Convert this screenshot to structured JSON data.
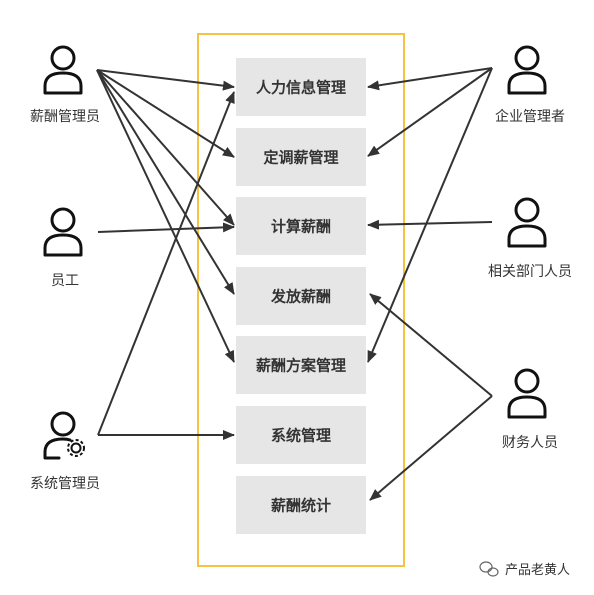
{
  "colors": {
    "boundary": "#F5C242",
    "use_case_fill": "#E6E6E6",
    "line": "#333333",
    "text": "#333333"
  },
  "use_cases": [
    {
      "id": "uc1",
      "label": "人力信息管理"
    },
    {
      "id": "uc2",
      "label": "定调薪管理"
    },
    {
      "id": "uc3",
      "label": "计算薪酬"
    },
    {
      "id": "uc4",
      "label": "发放薪酬"
    },
    {
      "id": "uc5",
      "label": "薪酬方案管理"
    },
    {
      "id": "uc6",
      "label": "系统管理"
    },
    {
      "id": "uc7",
      "label": "薪酬统计"
    }
  ],
  "actors": [
    {
      "id": "a1",
      "label": "薪酬管理员",
      "icon": "person-icon"
    },
    {
      "id": "a2",
      "label": "员工",
      "icon": "person-icon"
    },
    {
      "id": "a3",
      "label": "系统管理员",
      "icon": "person-gear-icon"
    },
    {
      "id": "a4",
      "label": "企业管理者",
      "icon": "person-icon"
    },
    {
      "id": "a5",
      "label": "相关部门人员",
      "icon": "person-icon"
    },
    {
      "id": "a6",
      "label": "财务人员",
      "icon": "person-icon"
    }
  ],
  "associations": [
    {
      "from": "a1",
      "to": "uc1"
    },
    {
      "from": "a1",
      "to": "uc2"
    },
    {
      "from": "a1",
      "to": "uc3"
    },
    {
      "from": "a1",
      "to": "uc4"
    },
    {
      "from": "a1",
      "to": "uc5"
    },
    {
      "from": "a2",
      "to": "uc3"
    },
    {
      "from": "a3",
      "to": "uc1"
    },
    {
      "from": "a3",
      "to": "uc6"
    },
    {
      "from": "a4",
      "to": "uc1"
    },
    {
      "from": "a4",
      "to": "uc2"
    },
    {
      "from": "a4",
      "to": "uc5"
    },
    {
      "from": "a5",
      "to": "uc3"
    },
    {
      "from": "a6",
      "to": "uc4"
    },
    {
      "from": "a6",
      "to": "uc7"
    }
  ],
  "watermark": {
    "text": "产品老黄人",
    "icon": "wechat-icon"
  }
}
